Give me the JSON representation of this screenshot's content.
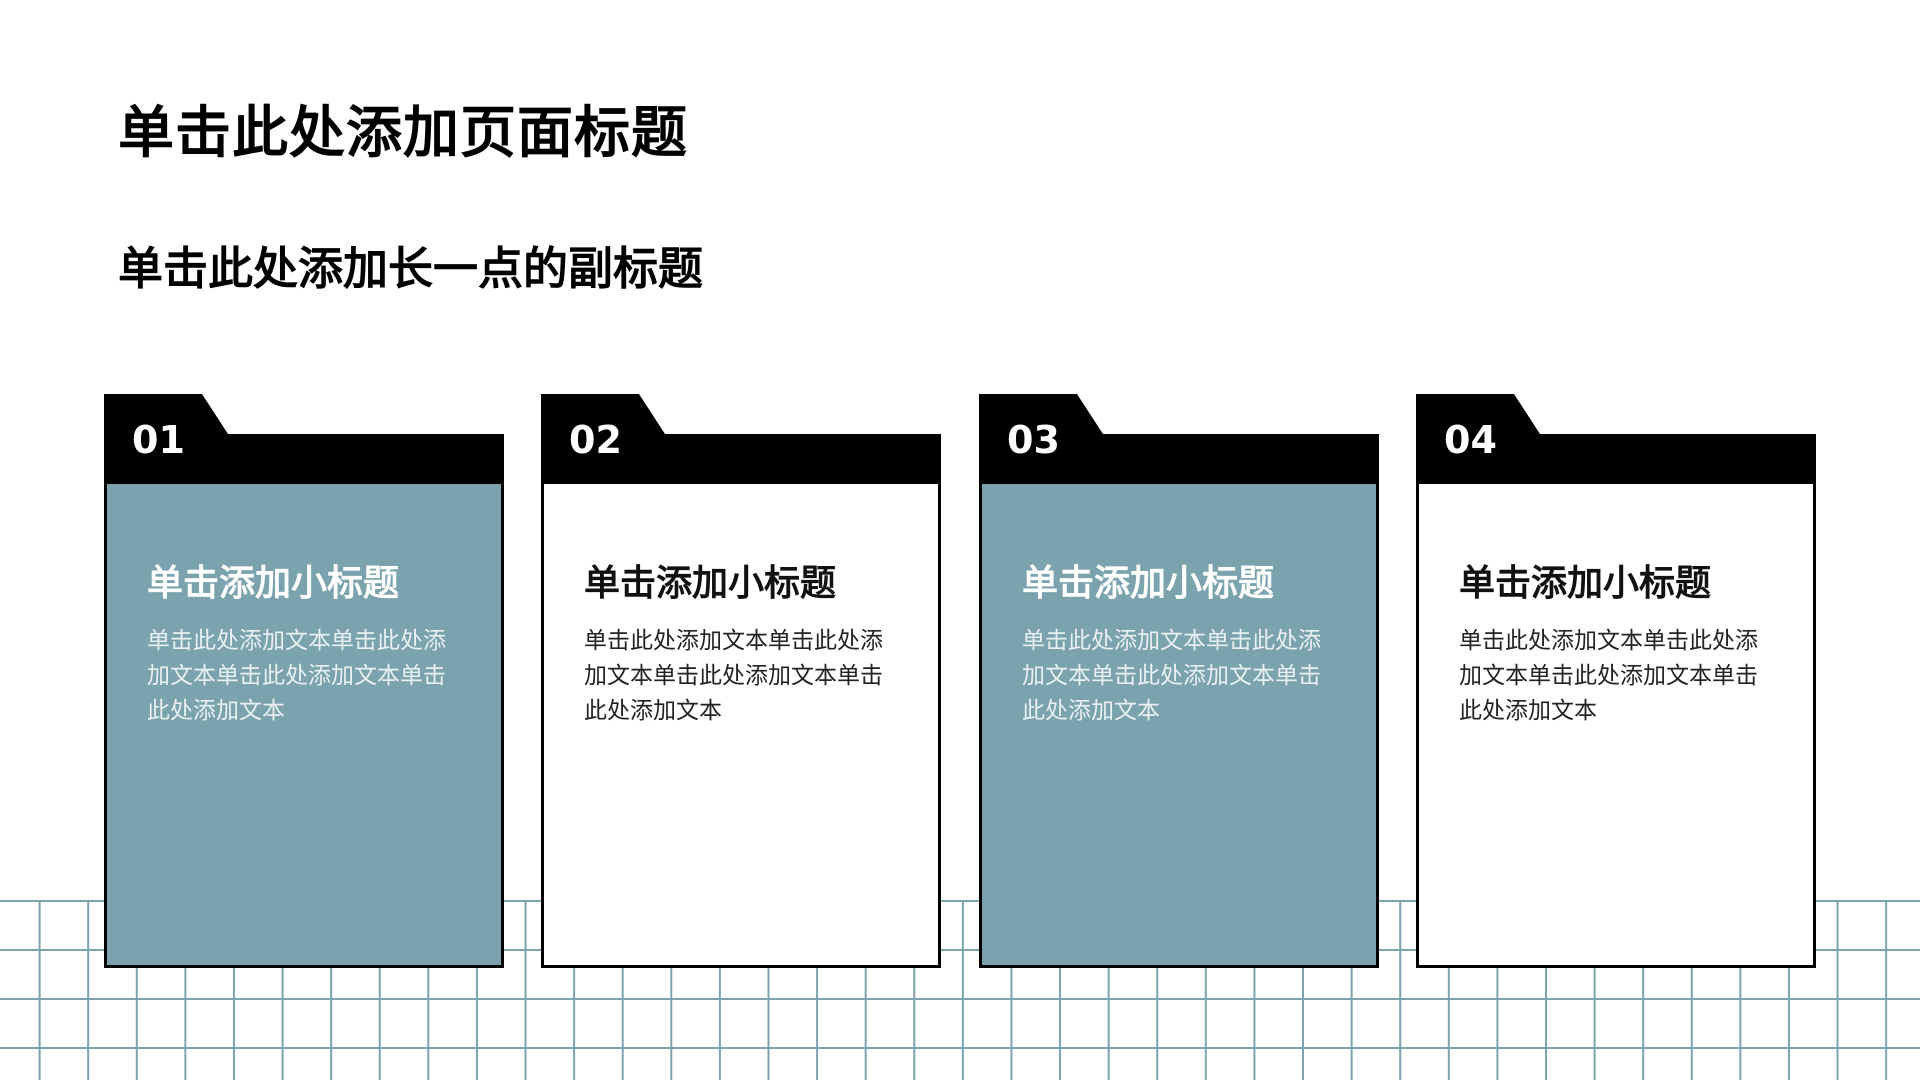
{
  "title": "单击此处添加页面标题",
  "subtitle": "单击此处添加长一点的副标题",
  "colors": {
    "teal": "#7aa3ae",
    "black": "#000000",
    "white": "#ffffff",
    "grid": "#7aa3ad"
  },
  "cards": [
    {
      "number": "01",
      "heading": "单击添加小标题",
      "text": "单击此处添加文本单击此处添加文本单击此处添加文本单击此处添加文本"
    },
    {
      "number": "02",
      "heading": "单击添加小标题",
      "text": "单击此处添加文本单击此处添加文本单击此处添加文本单击此处添加文本"
    },
    {
      "number": "03",
      "heading": "单击添加小标题",
      "text": "单击此处添加文本单击此处添加文本单击此处添加文本单击此处添加文本"
    },
    {
      "number": "04",
      "heading": "单击添加小标题",
      "text": "单击此处添加文本单击此处添加文本单击此处添加文本单击此处添加文本"
    }
  ]
}
